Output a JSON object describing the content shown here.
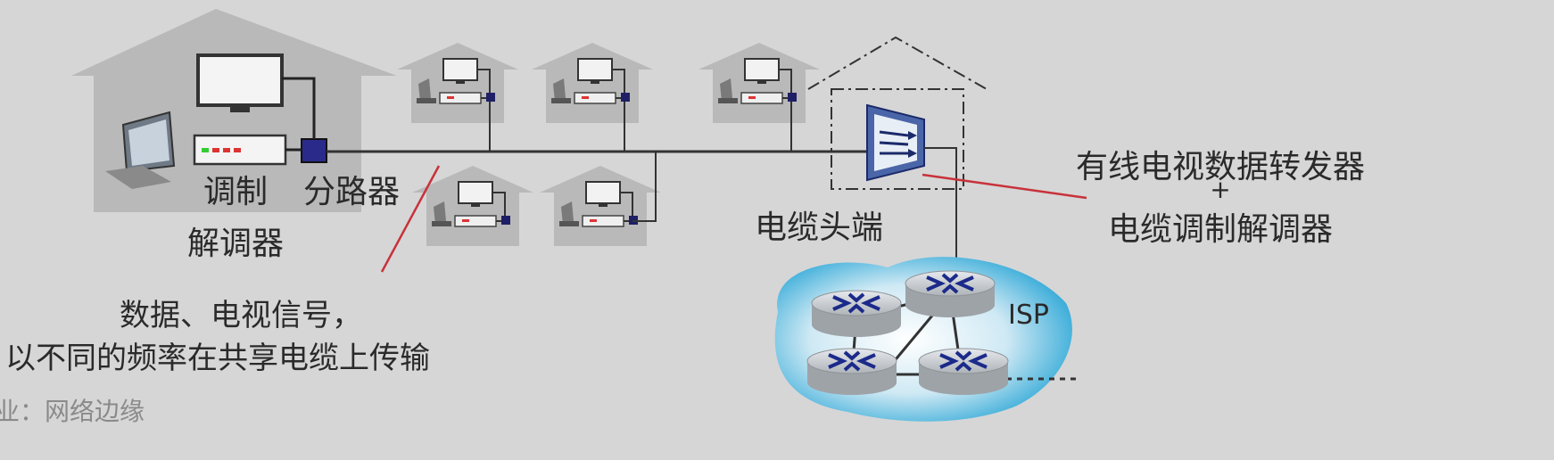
{
  "diagram": {
    "modem_label_line1": "调制",
    "modem_label_line2": "解调器",
    "splitter_label": "分路器",
    "headend_label": "电缆头端",
    "cmts_label_line1": "有线电视数据转发器",
    "cmts_label_plus": "+",
    "cmts_label_line2": "电缆调制解调器",
    "isp_label": "ISP",
    "annotation_line1": "数据、电视信号，",
    "annotation_line2": "以不同的频率在共享电缆上传输",
    "footer_partial": "业：网络边缘"
  },
  "colors": {
    "background": "#d6d6d6",
    "house": "#b9b9b9",
    "splitter": "#2a2a8a",
    "pointer_line": "#c8323a",
    "isp_cloud": "#2aa6d6",
    "router": "#cfd3d8",
    "router_arrow": "#1b2a8a"
  }
}
